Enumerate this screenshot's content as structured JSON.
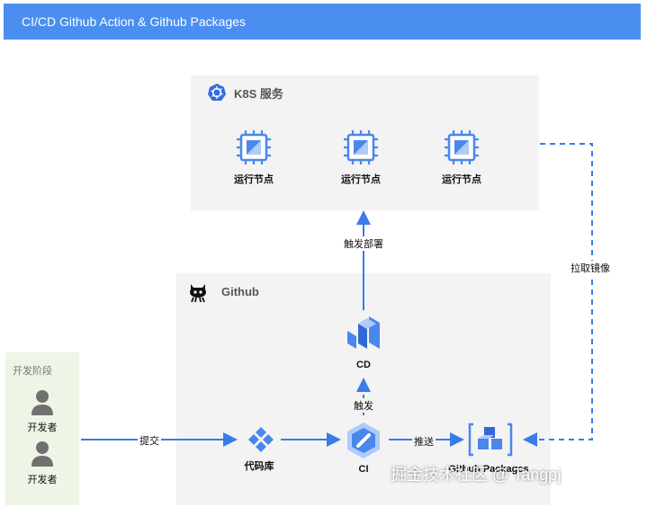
{
  "header": {
    "title": "CI/CD Github Action & Github Packages"
  },
  "k8s": {
    "title": "K8S 服务",
    "nodes": [
      {
        "label": "运行节点"
      },
      {
        "label": "运行节点"
      },
      {
        "label": "运行节点"
      }
    ]
  },
  "github": {
    "title": "Github"
  },
  "dev": {
    "title": "开发阶段",
    "developers": [
      {
        "label": "开发者"
      },
      {
        "label": "开发者"
      }
    ]
  },
  "nodes": {
    "cd": "CD",
    "ci": "CI",
    "repo": "代码库",
    "packages": "Github Packages"
  },
  "edges": {
    "submit": "提交",
    "trigger": "触发",
    "trigger_deploy": "触发部署",
    "push": "推送",
    "pull_image": "拉取镜像"
  },
  "colors": {
    "header": "#4a8ef0",
    "arrow": "#3b7be8",
    "icon_blue": "#4a87ec"
  },
  "watermark": "掘金技术社区 @ Tangpj"
}
